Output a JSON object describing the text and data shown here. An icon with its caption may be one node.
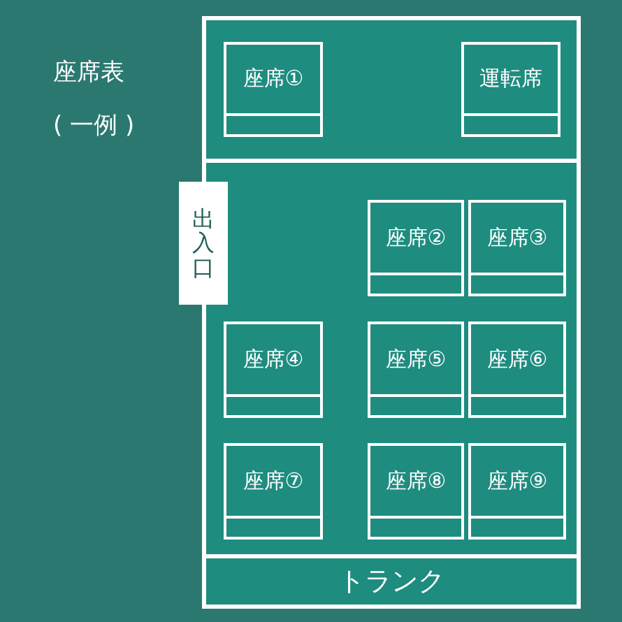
{
  "diagram": {
    "title": "座席表",
    "nodes": [
      {
        "text": [
          "座席①"
        ]
      },
      {
        "text": [
          "運転席"
        ]
      },
      {
        "text": [
          "出入口"
        ]
      },
      {
        "text": [
          "座席②"
        ]
      },
      {
        "text": [
          "座席③"
        ]
      },
      {
        "text": [
          "座席④"
        ]
      },
      {
        "text": [
          "座席⑤"
        ]
      },
      {
        "text": [
          "座席⑥"
        ]
      },
      {
        "text": [
          "座席⑦"
        ]
      },
      {
        "text": [
          "座席⑧"
        ]
      },
      {
        "text": [
          "座席⑨"
        ]
      },
      {
        "text": [
          "トランク"
        ]
      }
    ],
    "labels": [
      "( 一例 )"
    ]
  }
}
